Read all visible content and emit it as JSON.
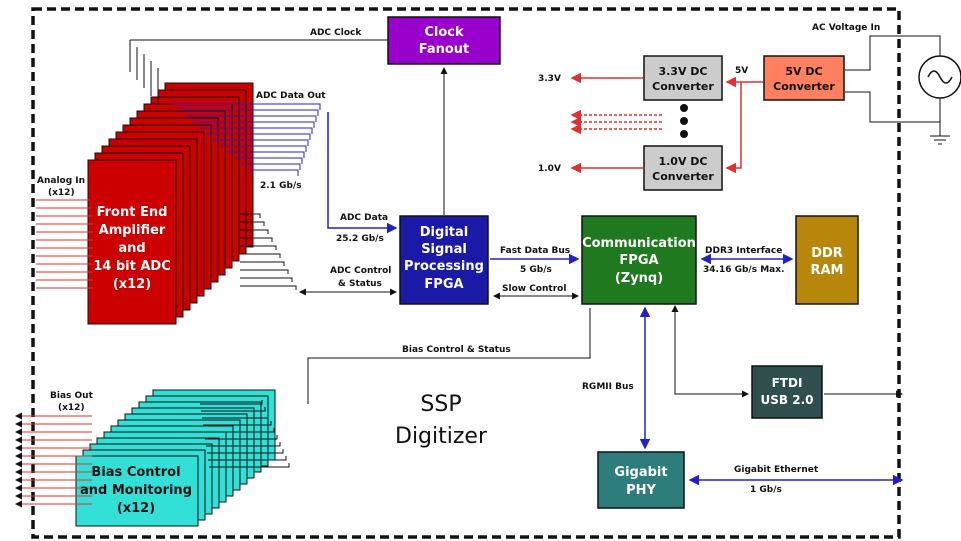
{
  "blocks": {
    "clock_fanout": [
      "Clock",
      "Fanout"
    ],
    "dsp_fpga": [
      "Digital",
      "Signal",
      "Processing",
      "FPGA"
    ],
    "comm_fpga": [
      "Communication",
      "FPGA",
      "(Zynq)"
    ],
    "ddr_ram": [
      "DDR",
      "RAM"
    ],
    "ftdi": [
      "FTDI",
      "USB 2.0"
    ],
    "gigabit_phy": [
      "Gigabit",
      "PHY"
    ],
    "dc_3v3": [
      "3.3V DC",
      "Converter"
    ],
    "dc_1v0": [
      "1.0V DC",
      "Converter"
    ],
    "dc_5v": [
      "5V DC",
      "Converter"
    ],
    "front_end": [
      "Front End",
      "Amplifier",
      "and",
      "14 bit ADC",
      "(x12)"
    ],
    "bias": [
      "Bias Control",
      "and Monitoring",
      "(x12)"
    ]
  },
  "labels": {
    "adc_clock": "ADC Clock",
    "adc_data_out": "ADC Data Out",
    "analog_in": [
      "Analog In",
      "(x12)"
    ],
    "rate_2_1": "2.1 Gb/s",
    "adc_data": [
      "ADC Data",
      "25.2 Gb/s"
    ],
    "adc_control": [
      "ADC Control",
      "& Status"
    ],
    "fast_data_bus": [
      "Fast Data Bus",
      "5 Gb/s"
    ],
    "slow_control": "Slow Control",
    "ddr3_interface": [
      "DDR3 Interface",
      "34.16 Gb/s Max."
    ],
    "bias_control_status": "Bias Control & Status",
    "rgmii_bus": "RGMII Bus",
    "bias_out": [
      "Bias Out",
      "(x12)"
    ],
    "gigabit_ethernet": [
      "Gigabit Ethernet",
      "1 Gb/s"
    ],
    "ac_voltage_in": "AC Voltage In",
    "v5": "5V",
    "v3_3": "3.3V",
    "v1_0": "1.0V",
    "ssp_title": [
      "SSP",
      "Digitizer"
    ]
  },
  "colors": {
    "clock_fanout": "#9900cc",
    "dsp_fpga": "#1a1aa6",
    "comm_fpga": "#1f7a1f",
    "ddr_ram": "#b8860b",
    "ftdi": "#2f4f4f",
    "gigabit_phy": "#2e7d7d",
    "dc_grey": "#cccccc",
    "dc_5v": "#ff8060",
    "front_end": "#cc0000",
    "bias": "#33e0d8",
    "power_line": "#e03030",
    "data_line": "#2020cc"
  }
}
